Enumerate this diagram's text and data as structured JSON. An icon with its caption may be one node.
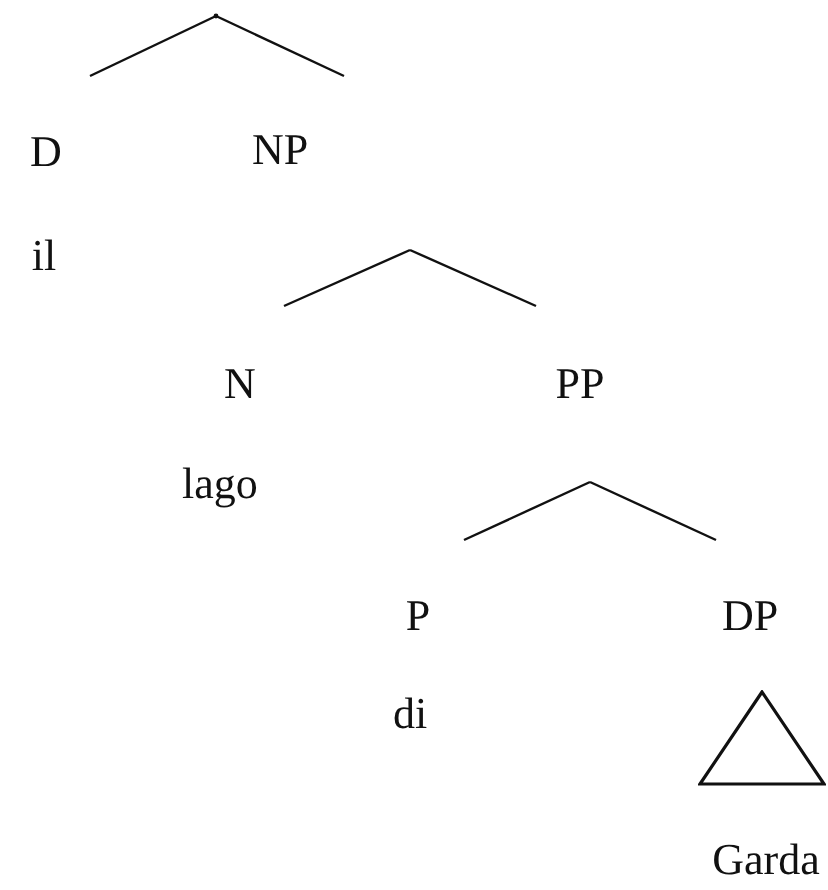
{
  "diagram": {
    "nodes": [
      {
        "text": [],
        "shape": "point"
      },
      {
        "text": [
          "D"
        ]
      },
      {
        "text": [
          "NP"
        ]
      },
      {
        "text": [
          "il"
        ]
      },
      {
        "text": [
          "N"
        ]
      },
      {
        "text": [
          "PP"
        ]
      },
      {
        "text": [
          "lago"
        ]
      },
      {
        "text": [
          "P"
        ]
      },
      {
        "text": [
          "DP"
        ]
      },
      {
        "text": [
          "di"
        ]
      },
      {
        "text": [],
        "shape": "triangle"
      },
      {
        "text": [
          "Garda"
        ]
      }
    ],
    "edges": [
      {
        "from": 0,
        "to": 1,
        "arrow": "none"
      },
      {
        "from": 0,
        "to": 2,
        "arrow": "none"
      },
      {
        "from": 2,
        "to": 4,
        "arrow": "none"
      },
      {
        "from": 2,
        "to": 5,
        "arrow": "none"
      },
      {
        "from": 5,
        "to": 7,
        "arrow": "none"
      },
      {
        "from": 5,
        "to": 8,
        "arrow": "none"
      }
    ]
  }
}
